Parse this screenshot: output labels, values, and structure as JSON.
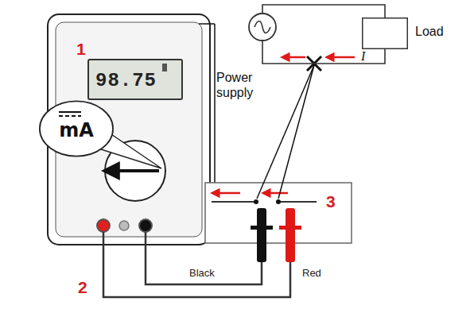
{
  "diagram": {
    "nodes": [
      {
        "text": [
          "Power supply"
        ]
      },
      {
        "text": [
          "Load"
        ]
      },
      {
        "text": [
          "98.75"
        ]
      },
      {
        "text": [
          "mA"
        ]
      }
    ],
    "edges": [
      {
        "from": 0,
        "to": 1,
        "arrow": "none"
      },
      {
        "from": 0,
        "to": 1,
        "arrow": "none"
      }
    ],
    "labels": [
      "1",
      "2",
      "3",
      "Black",
      "Red",
      "I"
    ]
  }
}
